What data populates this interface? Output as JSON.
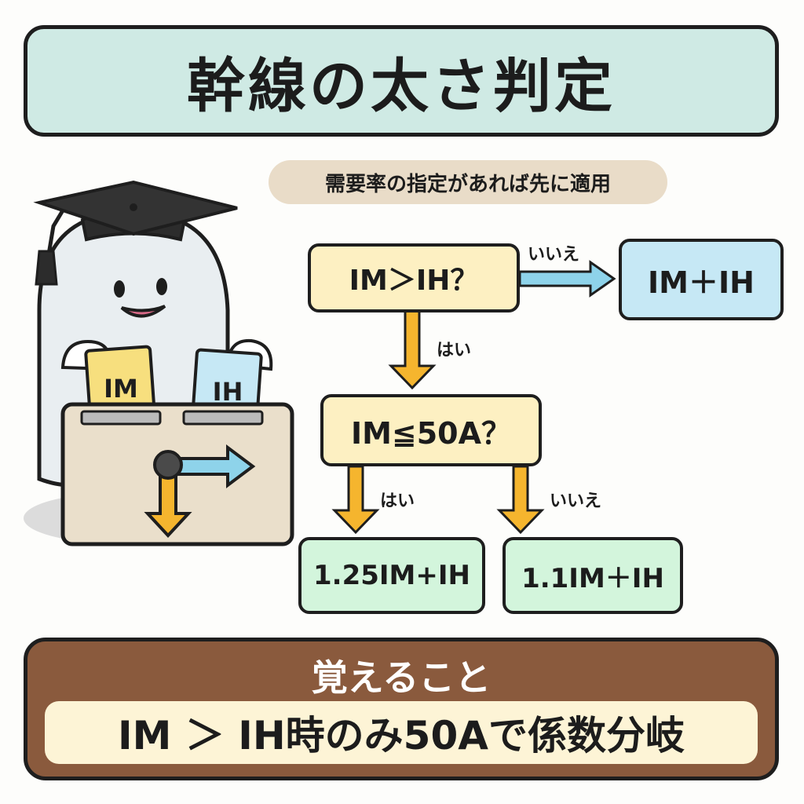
{
  "title": "幹線の太さ判定",
  "note": "需要率の指定があれば先に適用",
  "character": {
    "card_left": "IM",
    "card_right": "IH"
  },
  "flowchart": {
    "q1": "IM＞IH？",
    "q1_no_result": "IM＋IH",
    "q2": "IM≦50A？",
    "q2_yes_result": "1.25IM+IH",
    "q2_no_result": "1.1IM＋IH",
    "label_no_1": "いいえ",
    "label_yes_1": "はい",
    "label_yes_2": "はい",
    "label_no_2": "いいえ"
  },
  "memo": {
    "heading": "覚えること",
    "text": "IM ＞ IH時のみ50Aで係数分岐"
  },
  "colors": {
    "title_bg": "#cfeae4",
    "decision_bg": "#fdf0c2",
    "blue_result_bg": "#c6e8f5",
    "green_result_bg": "#d3f5dc",
    "arrow_orange": "#f5b52e",
    "arrow_blue": "#8ed3ea",
    "memo_brown": "#8a5a3d"
  }
}
